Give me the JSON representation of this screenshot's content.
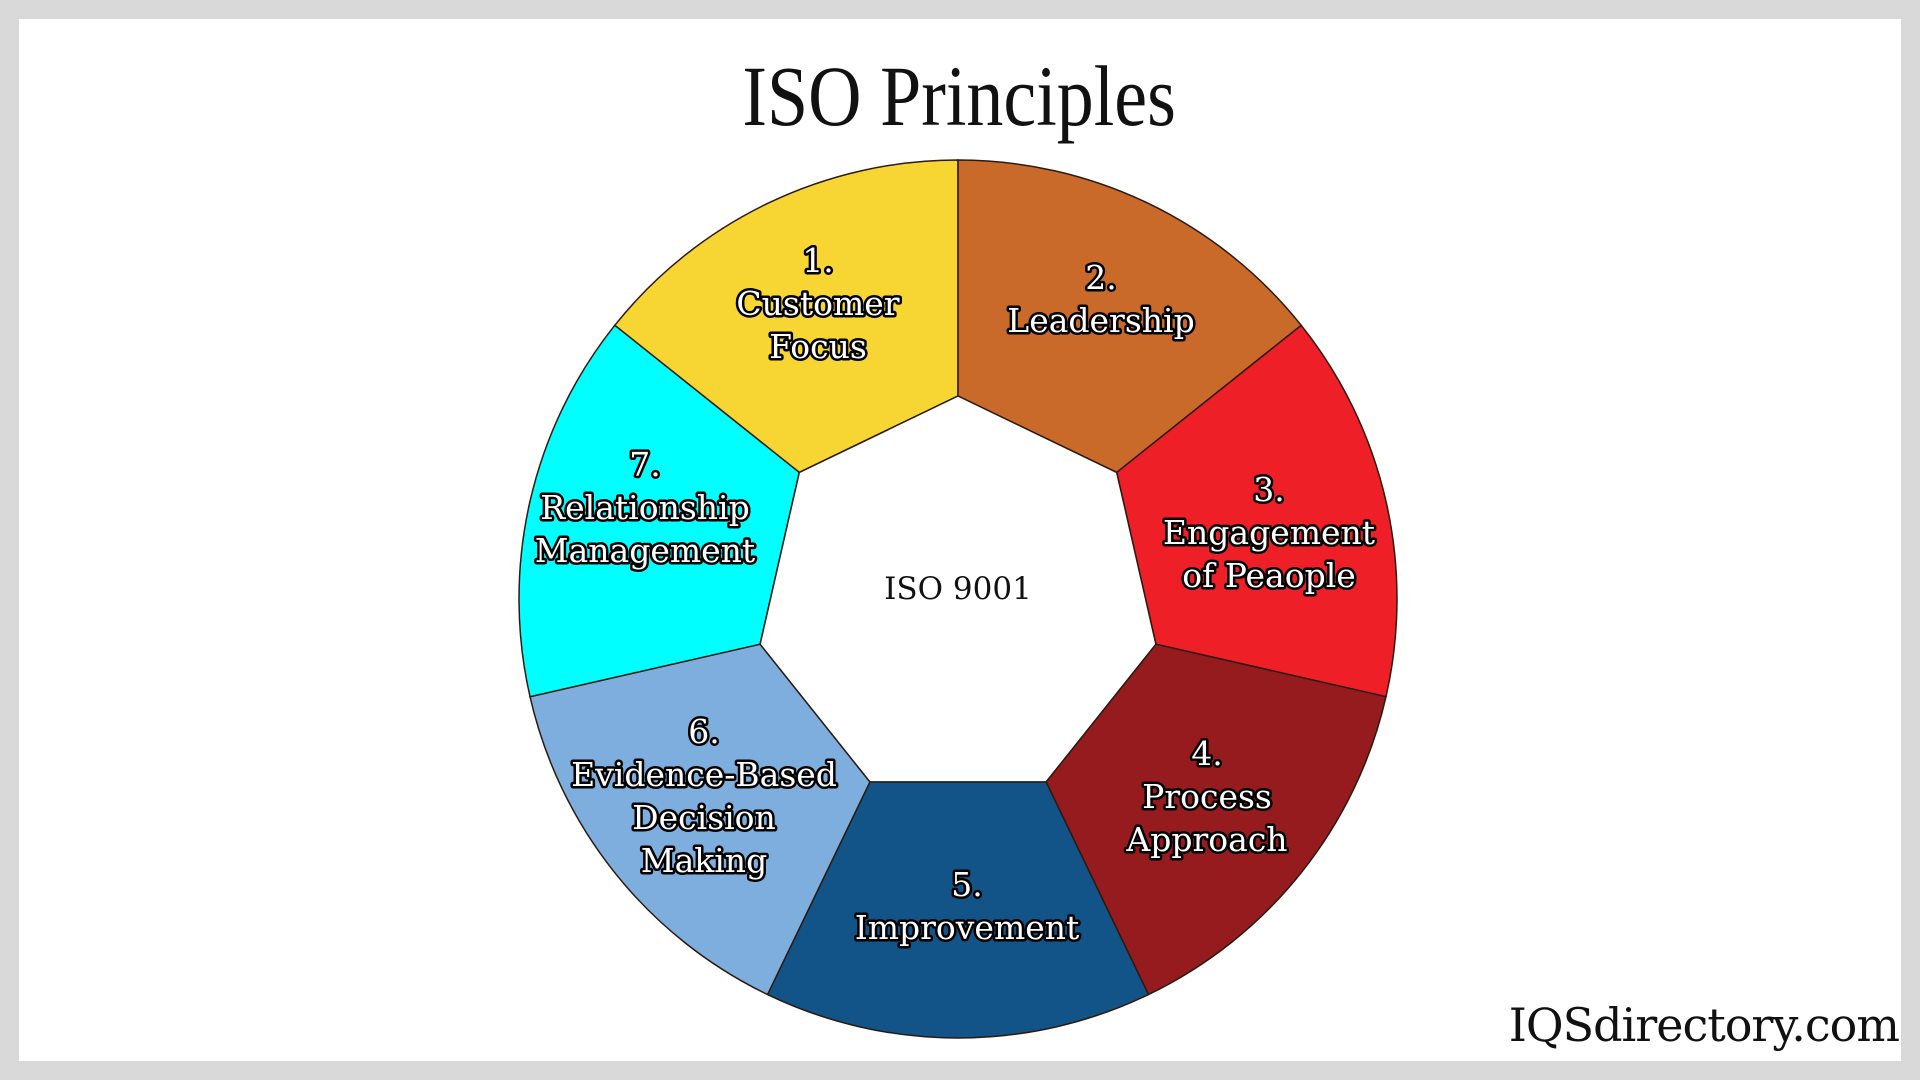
{
  "title": "ISO Principles",
  "center": {
    "label": "ISO 9001"
  },
  "footer": {
    "brand": "IQSdirectory.com"
  },
  "colors": {
    "page_border": "#d9d9d9",
    "canvas": "#ffffff",
    "segment_outline": "#2b1a10"
  },
  "segments": [
    {
      "number": "1.",
      "lines": [
        "Customer",
        "Focus"
      ],
      "color": "#f7d633"
    },
    {
      "number": "2.",
      "lines": [
        "Leadership"
      ],
      "color": "#c96a2a"
    },
    {
      "number": "3.",
      "lines": [
        "Engagement",
        "of Peaople"
      ],
      "color": "#ee1f27"
    },
    {
      "number": "4.",
      "lines": [
        "Process",
        "Approach"
      ],
      "color": "#961b1e"
    },
    {
      "number": "5.",
      "lines": [
        "Improvement"
      ],
      "color": "#125487"
    },
    {
      "number": "6.",
      "lines": [
        "Evidence-Based",
        "Decision",
        "Making"
      ],
      "color": "#7daedd"
    },
    {
      "number": "7.",
      "lines": [
        "Relationship",
        "Management"
      ],
      "color": "#00ffff"
    }
  ]
}
